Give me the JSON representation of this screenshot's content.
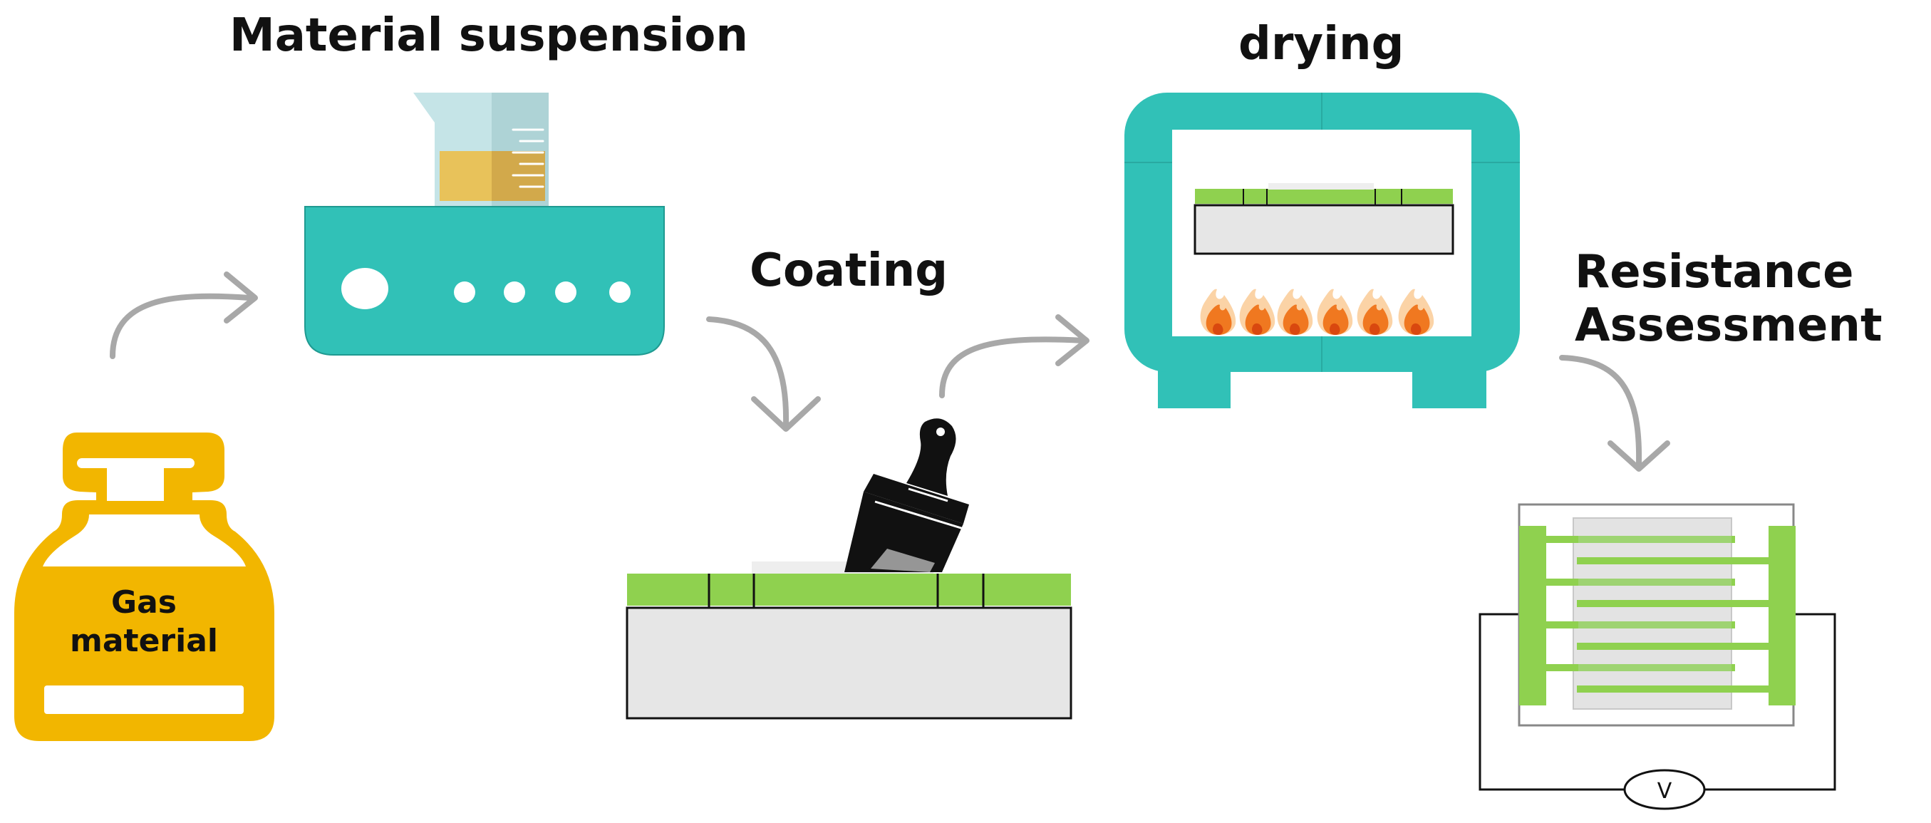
{
  "stages": {
    "gas": {
      "label_line1": "Gas",
      "label_line2": "material"
    },
    "suspension": {
      "title": "Material suspension"
    },
    "coating": {
      "title": "Coating"
    },
    "drying": {
      "title": "drying"
    },
    "resistance": {
      "title_line1": "Resistance",
      "title_line2": "Assessment"
    }
  },
  "meter": {
    "symbol": "V"
  },
  "icons": {
    "gas": "gas-cylinder-icon",
    "stirrer": "magnetic-stirrer-icon",
    "beaker": "beaker-icon",
    "brush": "paint-brush-icon",
    "oven": "oven-icon",
    "flame": "flame-icon",
    "sensor": "interdigitated-electrode-icon",
    "voltmeter": "voltmeter-icon"
  },
  "colors": {
    "teal": "#31c1b7",
    "green": "#8fd14f",
    "yellow": "#f2b600",
    "gray_arrow": "#a8a8a8",
    "substrate": "#e6e6e6",
    "liquid": "#e8c25a",
    "flame_orange": "#f07820"
  }
}
